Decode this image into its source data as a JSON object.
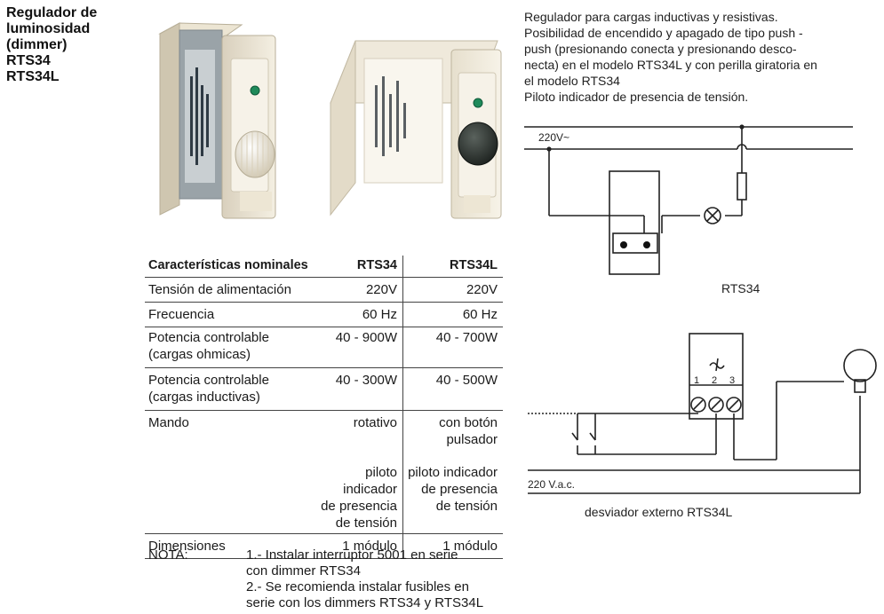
{
  "title": {
    "lines": [
      "Regulador de",
      "luminosidad",
      "(dimmer)",
      "RTS34",
      "RTS34L"
    ]
  },
  "description": {
    "lines": [
      "Regulador para cargas inductivas y resistivas.",
      "Posibilidad de encendido y apagado de tipo push -",
      "push (presionando conecta y presionando desco-",
      "necta) en el modelo RTS34L y con perilla giratoria en",
      "el modelo RTS34",
      "Piloto indicador de presencia de tensión."
    ]
  },
  "spec_table": {
    "headers": [
      "Características nominales",
      "RTS34",
      "RTS34L"
    ],
    "rows": [
      {
        "label": [
          "Tensión de alimentación"
        ],
        "rts34": [
          "220V"
        ],
        "rts34l": [
          "220V"
        ]
      },
      {
        "label": [
          "Frecuencia"
        ],
        "rts34": [
          "60  Hz"
        ],
        "rts34l": [
          "60 Hz"
        ]
      },
      {
        "label": [
          "Potencia controlable",
          "(cargas ohmicas)"
        ],
        "rts34": [
          "40 - 900W"
        ],
        "rts34l": [
          "40 - 700W"
        ]
      },
      {
        "label": [
          "Potencia controlable",
          "(cargas inductivas)"
        ],
        "rts34": [
          "40 - 300W"
        ],
        "rts34l": [
          "40 - 500W"
        ]
      },
      {
        "label": [
          "Mando"
        ],
        "rts34": [
          "rotativo"
        ],
        "rts34l": [
          "con botón",
          "pulsador"
        ]
      },
      {
        "label": [
          ""
        ],
        "rts34": [
          "piloto indicador",
          "de presencia",
          "de tensión"
        ],
        "rts34l": [
          "piloto indicador",
          "de presencia",
          "de tensión"
        ]
      },
      {
        "label": [
          "Dimensiones"
        ],
        "rts34": [
          "1 módulo"
        ],
        "rts34l": [
          "1 módulo"
        ]
      }
    ]
  },
  "note": {
    "label": "NOTA:",
    "item1": [
      "1.- Instalar interruptor 5001 en serie",
      "con dimmer RTS34"
    ],
    "item2": [
      "2.- Se recomienda instalar fusibles en",
      "serie con los dimmers RTS34 y RTS34L"
    ]
  },
  "diagram_top": {
    "voltage_label": "220V~",
    "caption": "RTS34"
  },
  "diagram_bottom": {
    "terminals": [
      "1",
      "2",
      "3"
    ],
    "voltage_label": "220 V.a.c.",
    "caption": "desviador externo RTS34L"
  },
  "colors": {
    "text": "#1a1a1a",
    "line": "#222222",
    "device_body": "#efe8d6",
    "pilot_green": "#1f8a5a"
  }
}
